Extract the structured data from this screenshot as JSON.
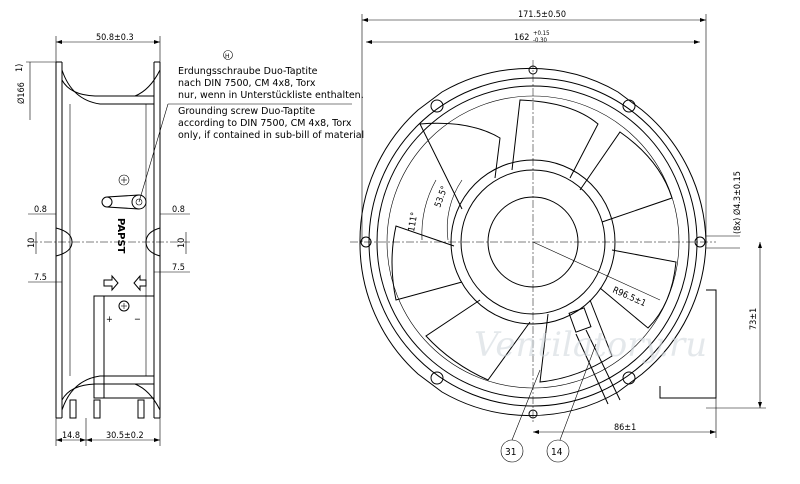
{
  "side_view": {
    "dim_width": "50.8±0.3",
    "dim_diameter": "Ø166",
    "dim_footnote": "1)",
    "dim_offset_left": "0.8",
    "dim_offset_right": "0.8",
    "dim_height_left": "10",
    "dim_height_right": "10",
    "dim_depth_left": "7.5",
    "dim_depth_right": "7.5",
    "dim_bottom_left": "14.8",
    "dim_bottom_mid": "30.5±0.2",
    "label_brand": "PAPST",
    "label_plus": "+",
    "label_minus": "−"
  },
  "note": {
    "symbol": "H",
    "de_line1": "Erdungsschraube Duo-Taptite",
    "de_line2": "nach DIN 7500, CM 4x8, Torx",
    "de_line3": "nur, wenn in Unterstückliste enthalten.",
    "en_line1": "Grounding screw Duo-Taptite",
    "en_line2": "according to DIN 7500, CM 4x8, Torx",
    "en_line3": "only, if contained in sub-bill of material"
  },
  "front_view": {
    "dim_outer": "171.5±0.50",
    "dim_holes": "162",
    "dim_holes_tol_upper": "+0.15",
    "dim_holes_tol_lower": "-0.30",
    "dim_hole_dia": "(8x) Ø4.3±0.15",
    "dim_angle_1": "53.5°",
    "dim_angle_2": "111°",
    "dim_radius": "R96.5±1",
    "dim_vertical": "73±1",
    "dim_bottom": "86±1",
    "callout_1": "31",
    "callout_2": "14"
  },
  "watermark": "Ventilatory.ru"
}
